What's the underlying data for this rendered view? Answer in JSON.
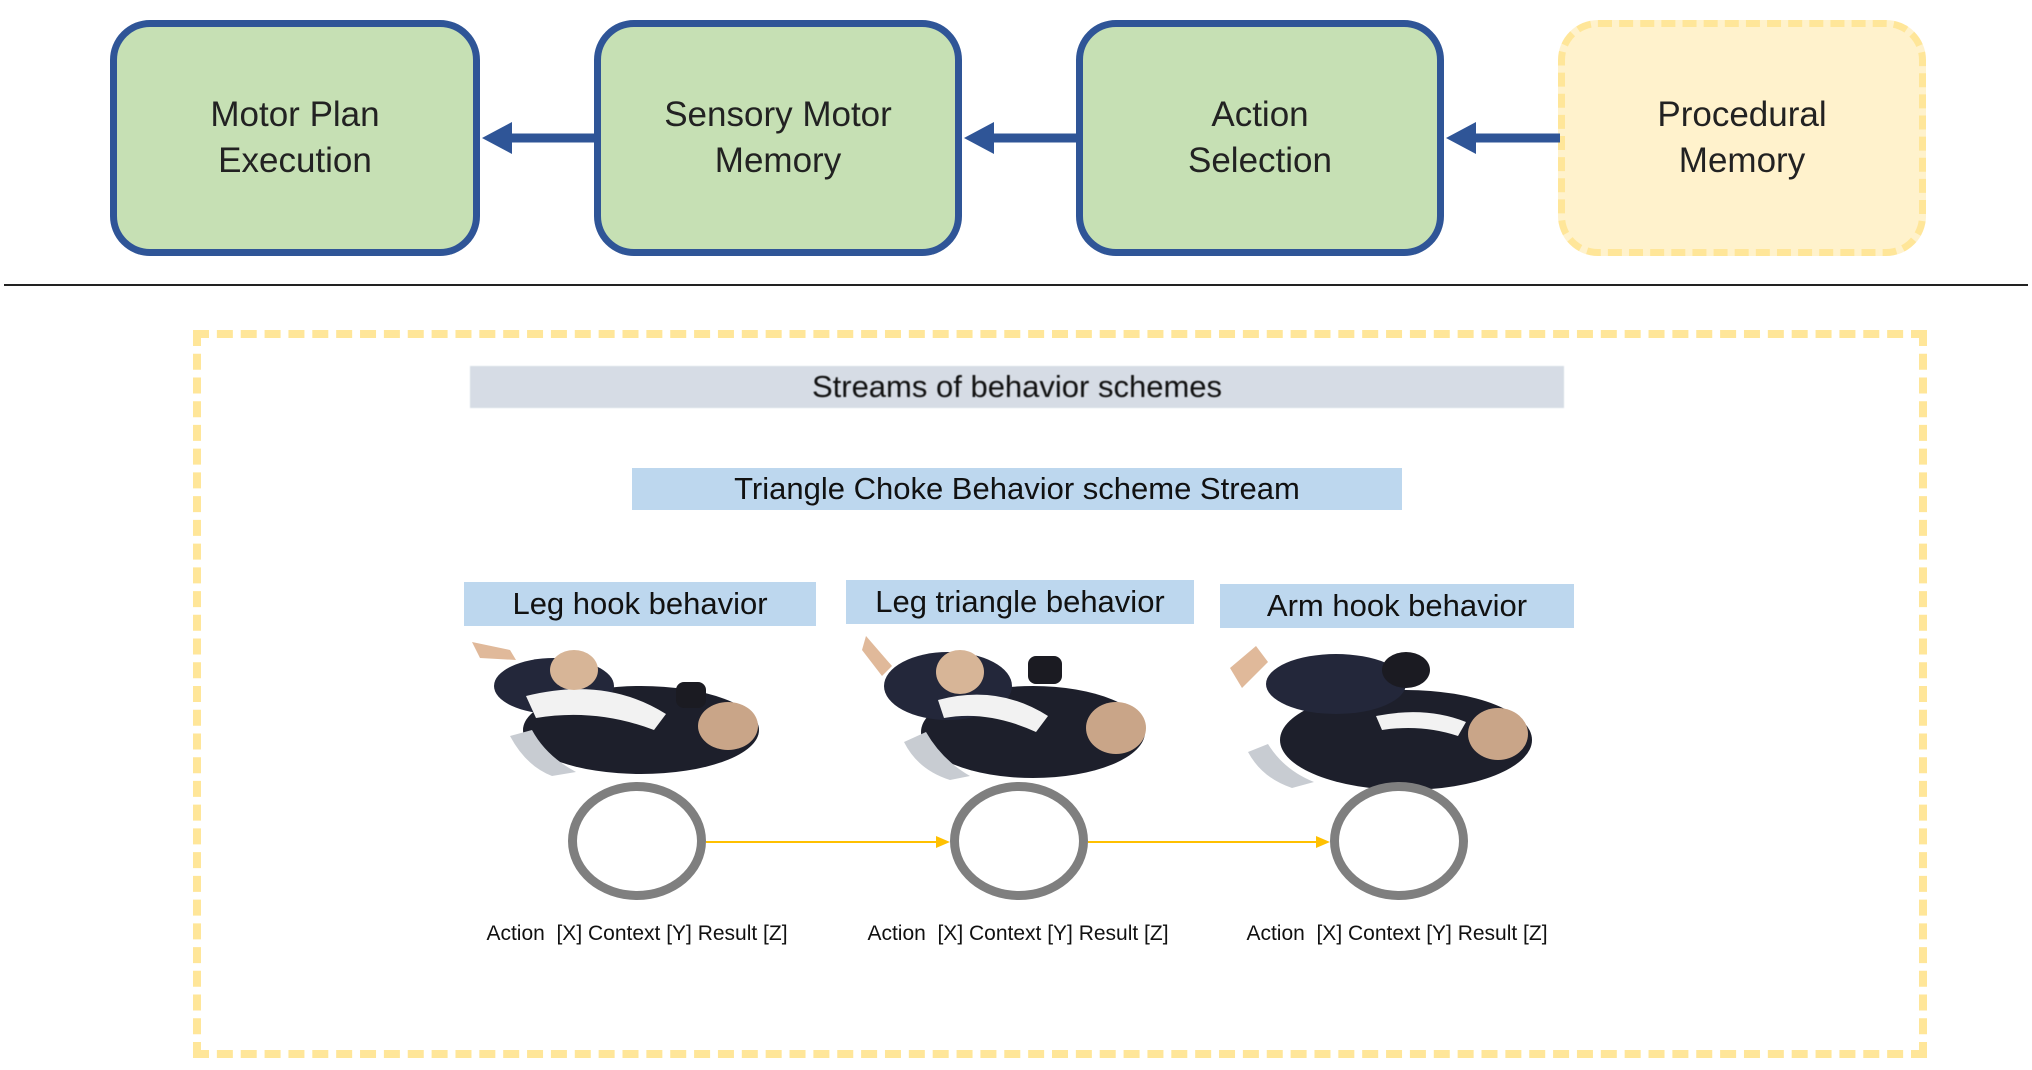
{
  "pipeline": [
    {
      "id": "motor",
      "line1": "Motor Plan",
      "line2": "Execution",
      "style": "solid"
    },
    {
      "id": "sensory",
      "line1": "Sensory Motor",
      "line2": "Memory",
      "style": "solid"
    },
    {
      "id": "action",
      "line1": "Action",
      "line2": "Selection",
      "style": "solid"
    },
    {
      "id": "procedural",
      "line1": "Procedural",
      "line2": "Memory",
      "style": "dashed"
    }
  ],
  "streams_title": "Streams of behavior schemes",
  "stream_name": "Triangle Choke Behavior scheme Stream",
  "behaviors": [
    {
      "label": "Leg hook behavior",
      "caption": "Action  [X] Context [Y] Result [Z]"
    },
    {
      "label": "Leg triangle behavior",
      "caption": "Action  [X] Context [Y] Result [Z]"
    },
    {
      "label": "Arm hook behavior",
      "caption": "Action  [X] Context [Y] Result [Z]"
    }
  ],
  "colors": {
    "box_fill": "#c6e0b4",
    "box_border": "#2f5597",
    "procedural_fill": "#fff2cc",
    "procedural_border": "#ffe699",
    "streams_banner": "#d6dce5",
    "stream_banner": "#bdd7ee",
    "ring": "#7f7f7f",
    "flow_arrow": "#ffc000"
  }
}
